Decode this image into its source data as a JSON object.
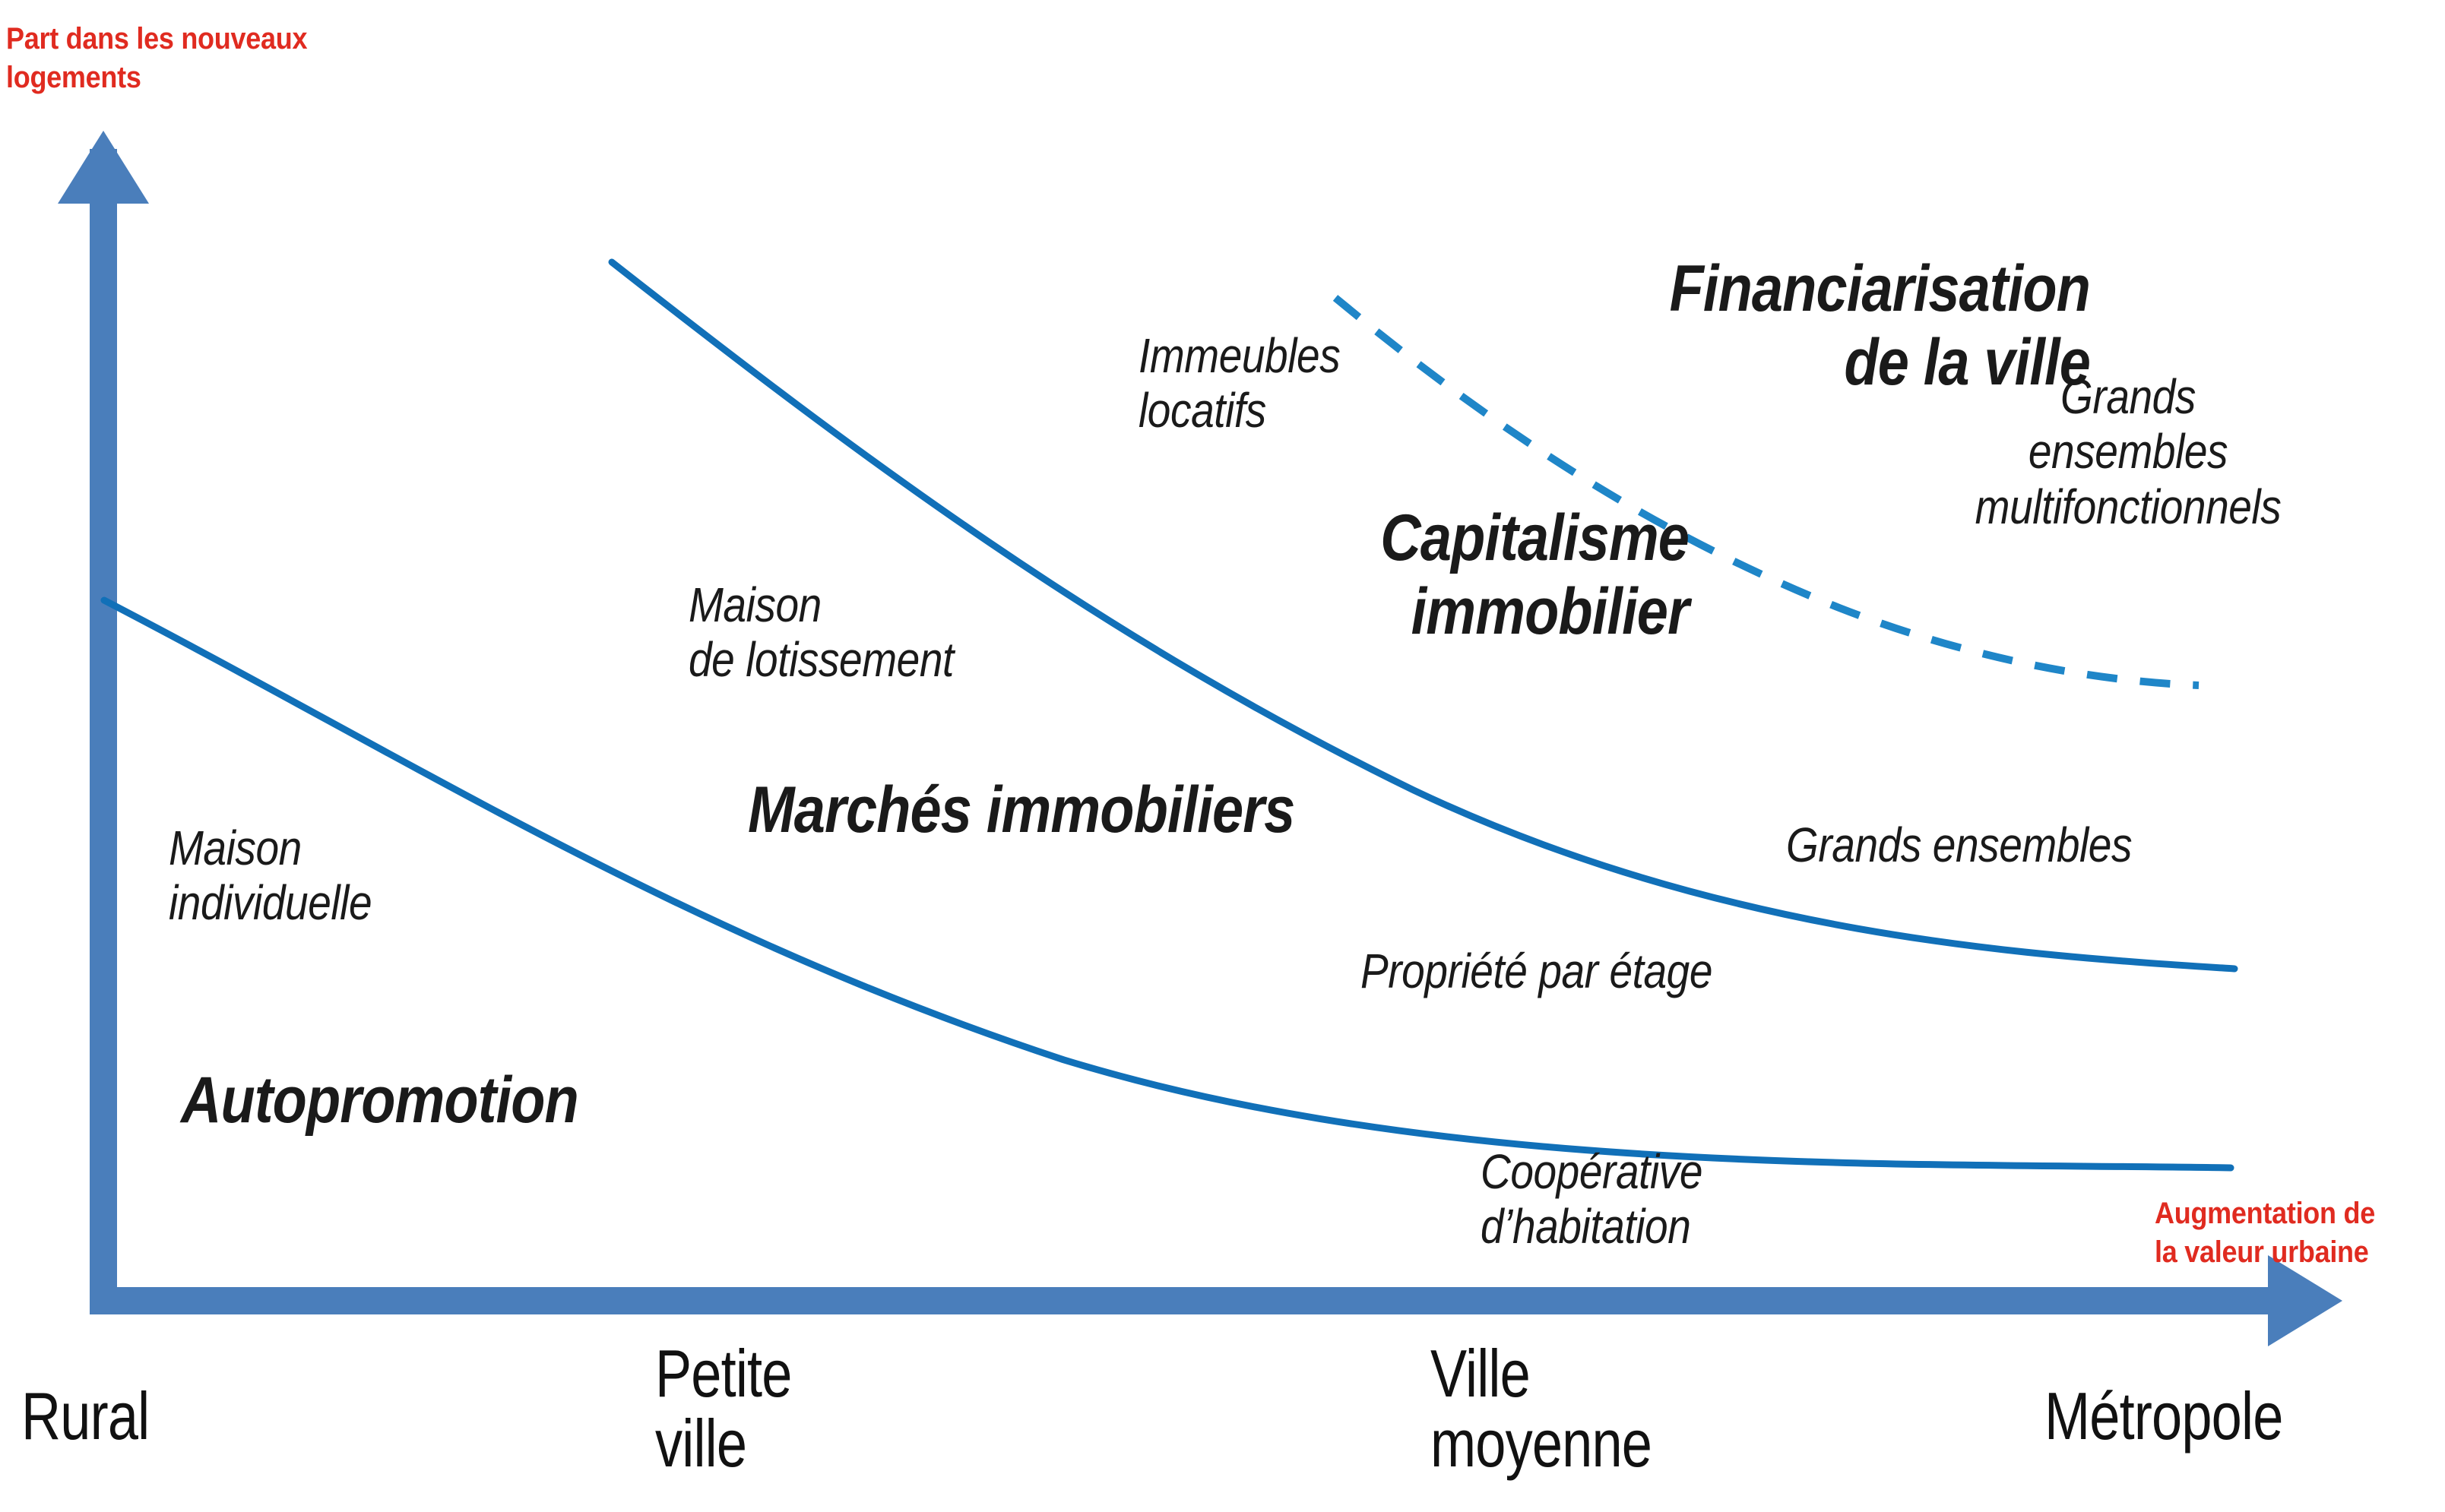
{
  "figure": {
    "kind": "conceptual-diagram",
    "background": "#ffffff"
  },
  "axes": {
    "y_title": "Part dans les nouveaux\nlogements",
    "x_title": "Augmentation de\nla valeur urbaine",
    "axis_color": "#4A7EBB",
    "title_color": "#E02B20",
    "x_ticks": [
      "Rural",
      "Petite\nville",
      "Ville\nmoyenne",
      "Métropole"
    ]
  },
  "regime_labels": [
    {
      "id": "autopromotion",
      "text": "Autopromotion"
    },
    {
      "id": "marches-immobiliers",
      "text": "Marchés immobiliers"
    },
    {
      "id": "capitalisme-immobilier",
      "text": "Capitalisme\nimmobilier"
    },
    {
      "id": "financiarisation-de-la-ville",
      "text": "Financiarisation\nde la ville"
    }
  ],
  "housing_labels": [
    {
      "id": "maison-individuelle",
      "text": "Maison\nindividuelle"
    },
    {
      "id": "maison-de-lotissement",
      "text": "Maison\nde lotissement"
    },
    {
      "id": "immeubles-locatifs",
      "text": "Immeubles\nlocatifs"
    },
    {
      "id": "grands-ensembles-multifonctionnels",
      "text": "Grands\nensembles\nmultifonctionnels"
    },
    {
      "id": "grands-ensembles",
      "text": "Grands ensembles"
    },
    {
      "id": "propriete-par-etage",
      "text": "Propriété par étage"
    },
    {
      "id": "cooperative-d-habitation",
      "text": "Coopérative\nd’habitation"
    }
  ],
  "chart_data": {
    "type": "line",
    "title": "",
    "xlabel": "Augmentation de la valeur urbaine",
    "ylabel": "Part dans les nouveaux logements",
    "grid": false,
    "legend": "none",
    "x_categories": [
      "Rural",
      "Petite ville",
      "Ville moyenne",
      "Métropole"
    ],
    "x_category_positions": [
      0.0,
      0.33,
      0.66,
      1.0
    ],
    "xlim": [
      0,
      1
    ],
    "ylim": [
      0,
      1
    ],
    "axis_note": "Qualitative axes: no numeric tick values shown in figure.",
    "series": [
      {
        "name": "Autopromotion share",
        "style": "solid",
        "color": "#1170B8",
        "width": 9,
        "points": [
          [
            0.0,
            0.755
          ],
          [
            0.11,
            0.66
          ],
          [
            0.22,
            0.575
          ],
          [
            0.33,
            0.498
          ],
          [
            0.45,
            0.412
          ],
          [
            0.56,
            0.34
          ],
          [
            0.68,
            0.272
          ],
          [
            0.8,
            0.215
          ],
          [
            0.9,
            0.185
          ],
          [
            1.0,
            0.168
          ]
        ]
      },
      {
        "name": "Marchés immobiliers share",
        "style": "solid",
        "color": "#1170B8",
        "width": 9,
        "points": [
          [
            0.218,
            1.0
          ],
          [
            0.3,
            0.93
          ],
          [
            0.4,
            0.848
          ],
          [
            0.5,
            0.765
          ],
          [
            0.6,
            0.682
          ],
          [
            0.7,
            0.6
          ],
          [
            0.8,
            0.528
          ],
          [
            0.9,
            0.468
          ],
          [
            1.0,
            0.425
          ]
        ]
      },
      {
        "name": "Financiarisation share",
        "style": "dashed",
        "color": "#1F86C8",
        "width": 9,
        "points": [
          [
            0.525,
            0.955
          ],
          [
            0.6,
            0.89
          ],
          [
            0.68,
            0.828
          ],
          [
            0.76,
            0.775
          ],
          [
            0.84,
            0.735
          ],
          [
            0.91,
            0.708
          ],
          [
            1.0,
            0.69
          ]
        ]
      }
    ],
    "annotations": [
      {
        "text": "Autopromotion",
        "emphasis": "bold",
        "x": 0.07,
        "y": 0.25
      },
      {
        "text": "Marchés immobiliers",
        "emphasis": "bold",
        "x": 0.33,
        "y": 0.44
      },
      {
        "text": "Capitalisme immobilier",
        "emphasis": "bold",
        "x": 0.62,
        "y": 0.66
      },
      {
        "text": "Financiarisation de la ville",
        "emphasis": "bold",
        "x": 0.8,
        "y": 0.84
      },
      {
        "text": "Maison individuelle",
        "emphasis": "regular",
        "x": 0.08,
        "y": 0.42
      },
      {
        "text": "Maison de lotissement",
        "emphasis": "regular",
        "x": 0.28,
        "y": 0.63
      },
      {
        "text": "Immeubles locatifs",
        "emphasis": "regular",
        "x": 0.53,
        "y": 0.8
      },
      {
        "text": "Grands ensembles multifonctionnels",
        "emphasis": "regular",
        "x": 0.88,
        "y": 0.77
      },
      {
        "text": "Grands ensembles",
        "emphasis": "regular",
        "x": 0.84,
        "y": 0.47
      },
      {
        "text": "Propriété par étage",
        "emphasis": "regular",
        "x": 0.64,
        "y": 0.4
      },
      {
        "text": "Coopérative d’habitation",
        "emphasis": "regular",
        "x": 0.66,
        "y": 0.23
      }
    ]
  }
}
